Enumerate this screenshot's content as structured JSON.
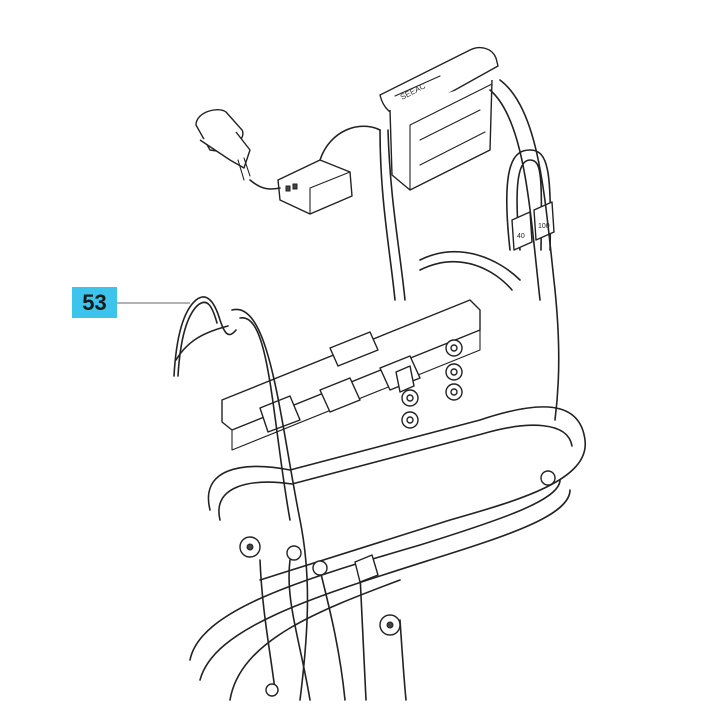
{
  "diagram": {
    "type": "parts-assembly-line-drawing",
    "subject": "wiring harness assembly",
    "callouts": [
      {
        "label": "53",
        "color": "#3cc4ec",
        "points_to": "harness wire loop (left)"
      }
    ],
    "cover_text": "SEEAC",
    "connector_labels": [
      "40",
      "100"
    ]
  }
}
